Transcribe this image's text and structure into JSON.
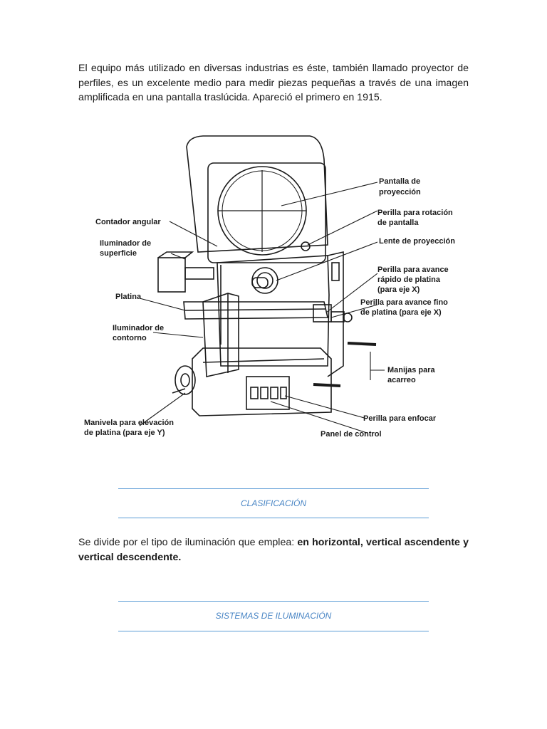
{
  "intro": {
    "text": "El equipo más utilizado en diversas industrias es éste, también llamado proyector de perfiles, es un excelente medio para medir piezas pequeñas a través de una imagen amplificada en una pantalla traslúcida. Apareció el primero en 1915."
  },
  "figure": {
    "labels": {
      "pantalla_1": "Pantalla de",
      "pantalla_2": "proyección",
      "perilla_rot_1": "Perilla para rotación",
      "perilla_rot_2": "de pantalla",
      "lente": "Lente de proyección",
      "contador": "Contador angular",
      "ilum_sup_1": "Iluminador de",
      "ilum_sup_2": "superficie",
      "avance_rap_1": "Perilla para avance",
      "avance_rap_2": "rápido de platina",
      "avance_rap_3": "(para eje X)",
      "platina": "Platina",
      "avance_fino_1": "Perilla para avance fino",
      "avance_fino_2": "de platina (para eje X)",
      "ilum_cont_1": "Iluminador de",
      "ilum_cont_2": "contorno",
      "manijas_1": "Manijas para",
      "manijas_2": "acarreo",
      "manivela_1": "Manivela para elevación",
      "manivela_2": "de platina (para eje Y)",
      "enfocar": "Perilla para enfocar",
      "panel": "Panel de control"
    }
  },
  "section1": {
    "heading": "CLASIFICACIÓN"
  },
  "classification": {
    "text_plain": "Se divide por el tipo de iluminación que emplea: ",
    "text_bold": "en horizontal, vertical ascendente y vertical descendente."
  },
  "section2": {
    "heading": "SISTEMAS DE ILUMINACIÓN"
  }
}
